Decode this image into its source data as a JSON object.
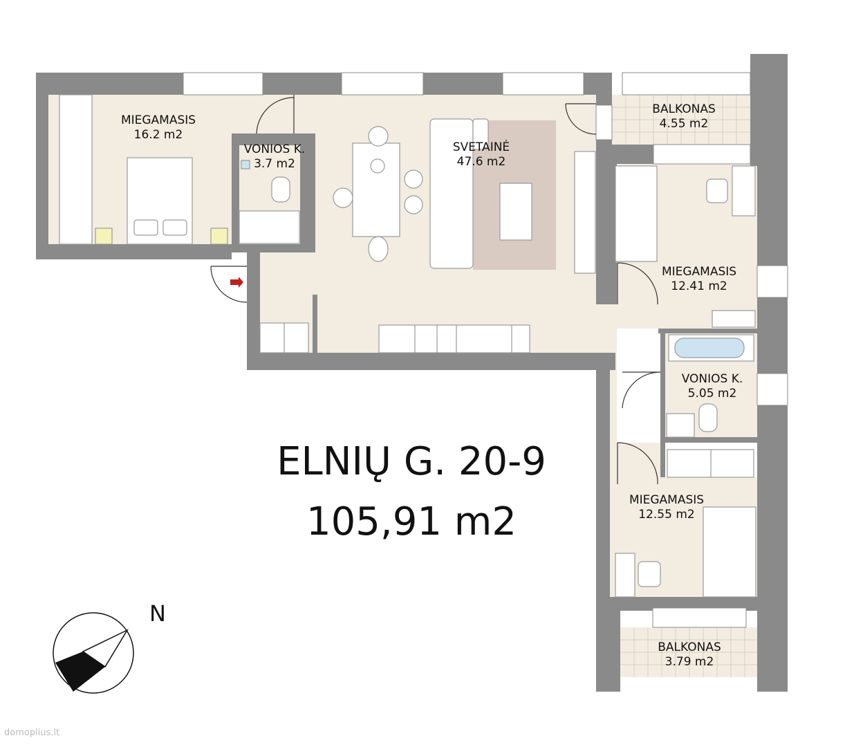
{
  "plan": {
    "address": "ELNIŲ G. 20-9",
    "total_area": "105,91 m2",
    "north_label": "N",
    "watermark": "domoplius.lt",
    "rooms": [
      {
        "name": "MIEGAMASIS",
        "area": "16.2 m2"
      },
      {
        "name": "VONIOS K.",
        "area": "3.7 m2"
      },
      {
        "name": "SVETAINĖ",
        "area": "47.6 m2"
      },
      {
        "name": "BALKONAS",
        "area": "4.55 m2"
      },
      {
        "name": "MIEGAMASIS",
        "area": "12.41 m2"
      },
      {
        "name": "VONIOS K.",
        "area": "5.05 m2"
      },
      {
        "name": "MIEGAMASIS",
        "area": "12.55 m2"
      },
      {
        "name": "BALKONAS",
        "area": "3.79 m2"
      }
    ]
  },
  "colors": {
    "wall": "#8a8a8a",
    "floor": "#f3ece1",
    "window": "#ffffff",
    "rug": "#d9cbc2",
    "fixture_outline": "#9a9a9a",
    "exit_arrow": "#c0201a"
  }
}
